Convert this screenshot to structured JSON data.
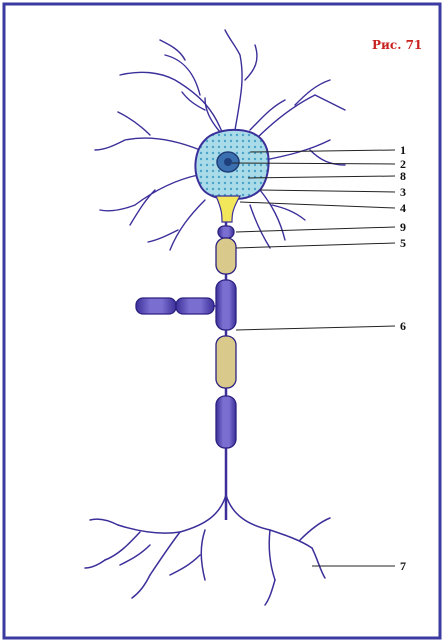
{
  "figure": {
    "label": "Рис. 71"
  },
  "callouts": [
    {
      "id": "c1",
      "text": "1"
    },
    {
      "id": "c2",
      "text": "2"
    },
    {
      "id": "c3",
      "text": "8"
    },
    {
      "id": "c4",
      "text": "3"
    },
    {
      "id": "c5",
      "text": "4"
    },
    {
      "id": "c6",
      "text": "9"
    },
    {
      "id": "c7",
      "text": "5"
    },
    {
      "id": "c8",
      "text": "6"
    },
    {
      "id": "c9",
      "text": "7"
    }
  ],
  "colors": {
    "frame": "#3a3aa0",
    "membrane": "#3b2f9a",
    "cytoplasm": "#a9dbe8",
    "nucleus": "#3a6fb0",
    "axon_hillock": "#f2e65a",
    "myelin_inner": "#d9c98a",
    "label_red": "#c8201e"
  }
}
